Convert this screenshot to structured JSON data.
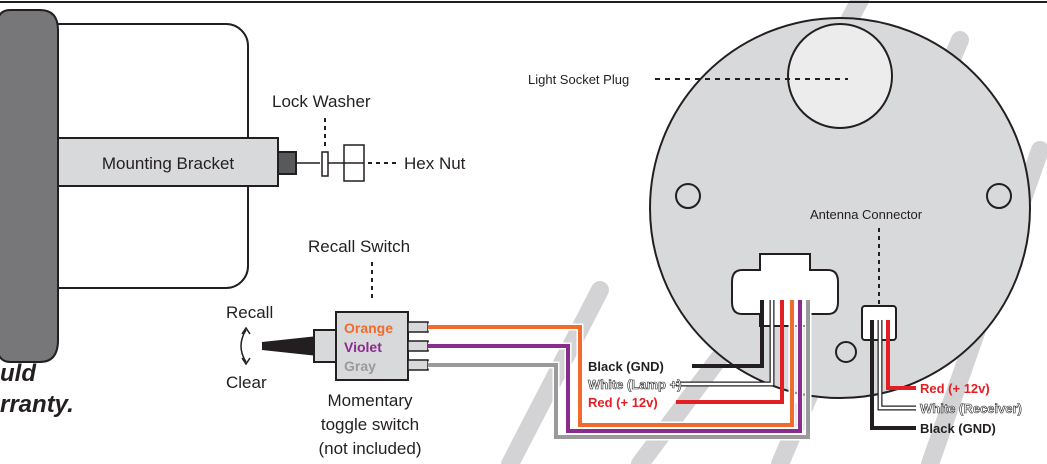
{
  "labels": {
    "mounting_bracket": "Mounting Bracket",
    "lock_washer": "Lock Washer",
    "hex_nut": "Hex Nut",
    "recall_switch": "Recall Switch",
    "recall": "Recall",
    "clear": "Clear",
    "switch_note_line1": "Momentary",
    "switch_note_line2": "toggle switch",
    "switch_note_line3": "(not included)",
    "light_socket_plug": "Light Socket Plug",
    "antenna_connector": "Antenna Connector",
    "warning_line1": "uld",
    "warning_line2": "rranty."
  },
  "switch_wires": [
    {
      "label": "Orange",
      "color": "#f26b2e"
    },
    {
      "label": "Violet",
      "color": "#8a2b8e"
    },
    {
      "label": "Gray",
      "color": "#9a9a9a"
    }
  ],
  "main_connector_wires": [
    {
      "label": "Black (GND)",
      "color": "#231f20"
    },
    {
      "label": "White (Lamp +)",
      "color": "#ffffff"
    },
    {
      "label": "Red (+ 12v)",
      "color": "#e31e24"
    }
  ],
  "antenna_wires": [
    {
      "label": "Red (+ 12v)",
      "color": "#e31e24"
    },
    {
      "label": "White (Receiver)",
      "color": "#ffffff"
    },
    {
      "label": "Black (GND)",
      "color": "#231f20"
    }
  ],
  "colors": {
    "gauge_bezel": "#77777a",
    "gauge_body": "#d8d9db",
    "stripe": "#d0d0d2",
    "note_red": "#e31e24"
  }
}
